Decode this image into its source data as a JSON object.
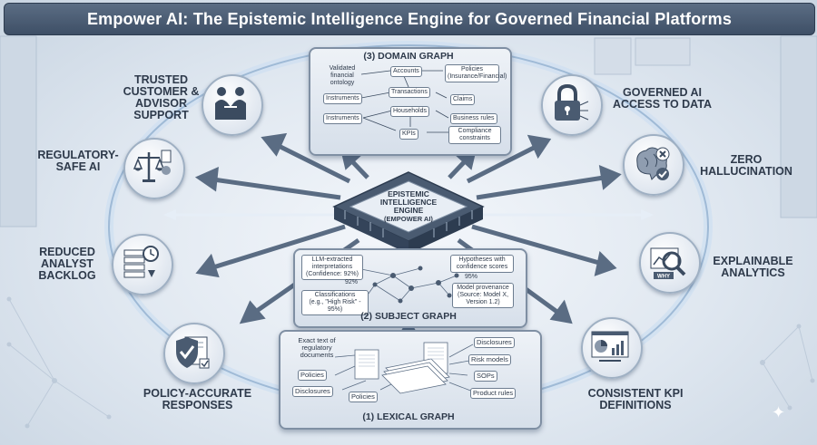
{
  "title": "Empower AI: The Epistemic Intelligence Engine for Governed Financial Platforms",
  "engine": {
    "line1": "EPISTEMIC",
    "line2": "INTELLIGENCE",
    "line3": "ENGINE",
    "line4": "(EMPOWER AI)"
  },
  "benefits": {
    "trusted": [
      "TRUSTED",
      "CUSTOMER &",
      "ADVISOR",
      "SUPPORT"
    ],
    "regulatory": [
      "REGULATORY-",
      "SAFE AI"
    ],
    "backlog": [
      "REDUCED",
      "ANALYST",
      "BACKLOG"
    ],
    "policy": [
      "POLICY-ACCURATE",
      "RESPONSES"
    ],
    "governed": [
      "GOVERNED AI",
      "ACCESS TO DATA"
    ],
    "zero": [
      "ZERO",
      "HALLUCINATION"
    ],
    "explainable": [
      "EXPLAINABLE",
      "ANALYTICS"
    ],
    "kpi": [
      "CONSISTENT KPI",
      "DEFINITIONS"
    ]
  },
  "domain_graph": {
    "label": "(3) DOMAIN GRAPH",
    "validated": [
      "Validated",
      "financial",
      "ontology"
    ],
    "accounts": "Accounts",
    "policies": [
      "Policies",
      "(Insurance/Financial)"
    ],
    "transactions": "Transactions",
    "instruments_top": "Instruments",
    "claims": "Claims",
    "households": "Households",
    "instruments_bottom": "Instruments",
    "business_rules": "Business rules",
    "kpis": "KPIs",
    "compliance": [
      "Compliance",
      "constraints"
    ]
  },
  "subject_graph": {
    "label": "(2) SUBJECT GRAPH",
    "llm": [
      "LLM-extracted",
      "interpretations",
      "(Confidence: 92%)"
    ],
    "hypotheses": [
      "Hypotheses with",
      "confidence scores"
    ],
    "pct92": "92%",
    "pct95": "95%",
    "classifications": [
      "Classifications",
      "(e.g., \"High Risk\" - 95%)"
    ],
    "provenance": [
      "Model provenance",
      "(Source: Model X,",
      "Version 1.2)"
    ]
  },
  "lexical_graph": {
    "label": "(1) LEXICAL GRAPH",
    "exact": [
      "Exact text of",
      "regulatory",
      "documents"
    ],
    "policies_left": "Policies",
    "disclosures_left": "Disclosures",
    "policies_bottom": "Policies",
    "disclosures_right": "Disclosures",
    "risk_models": "Risk models",
    "sops": "SOPs",
    "product_rules": "Product rules"
  },
  "icon_badge": {
    "why": "WHY"
  },
  "colors": {
    "title_bar": "#44556d",
    "arrow": "#5a6c83",
    "panel_border": "#7f8fa3",
    "ring": "#b9d2ea"
  }
}
